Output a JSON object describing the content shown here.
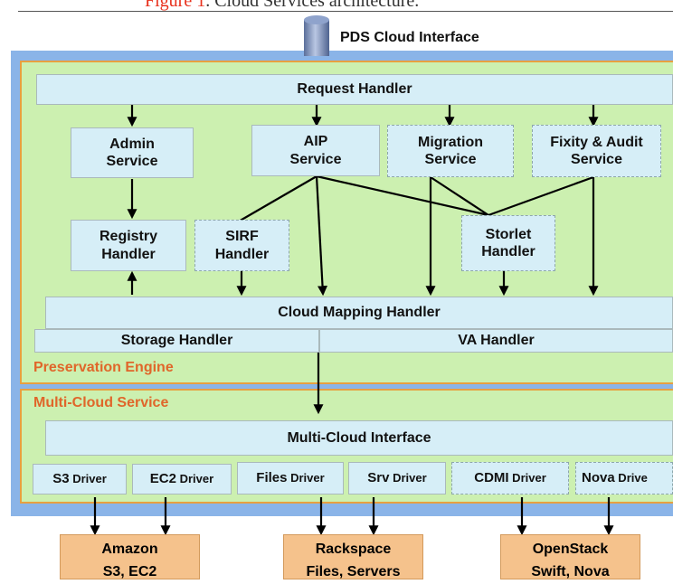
{
  "caption": {
    "prefix": "Figure 1",
    "text": ". Cloud Services architecture."
  },
  "top": {
    "interface": "PDS Cloud Interface"
  },
  "engine": {
    "label": "Preservation Engine",
    "request_handler": "Request Handler",
    "services": {
      "admin": [
        "Admin",
        "Service"
      ],
      "aip": [
        "AIP",
        "Service"
      ],
      "migration": [
        "Migration",
        "Service"
      ],
      "fixity": [
        "Fixity & Audit",
        "Service"
      ]
    },
    "handlers": {
      "registry": [
        "Registry",
        "Handler"
      ],
      "sirf": [
        "SIRF",
        "Handler"
      ],
      "storlet": [
        "Storlet",
        "Handler"
      ]
    },
    "cloud_mapping": "Cloud Mapping Handler",
    "storage_handler": "Storage Handler",
    "va_handler": "VA Handler"
  },
  "multicloud": {
    "label": "Multi-Cloud Service",
    "interface": "Multi-Cloud Interface",
    "drivers": [
      {
        "name": "S3",
        "suffix": " Driver"
      },
      {
        "name": "EC2",
        "suffix": " Driver"
      },
      {
        "name": "Files",
        "suffix": " Driver"
      },
      {
        "name": "Srv",
        "suffix": " Driver"
      },
      {
        "name": "CDMI",
        "suffix": " Driver"
      },
      {
        "name": "Nova",
        "suffix": " Drive"
      }
    ]
  },
  "providers": [
    {
      "name": "Amazon",
      "sub": "S3, EC2"
    },
    {
      "name": "Rackspace",
      "sub": "Files, Servers"
    },
    {
      "name": "OpenStack",
      "sub": "Swift, Nova"
    }
  ],
  "colors": {
    "outer_frame": "#8ab4e8",
    "engine_bg": "#ccf0b0",
    "box_bg": "#d6eef7",
    "section_border": "#e8a040",
    "provider_bg": "#f5c28c",
    "label_orange": "#e0662a",
    "caption_red": "#e8301c"
  }
}
